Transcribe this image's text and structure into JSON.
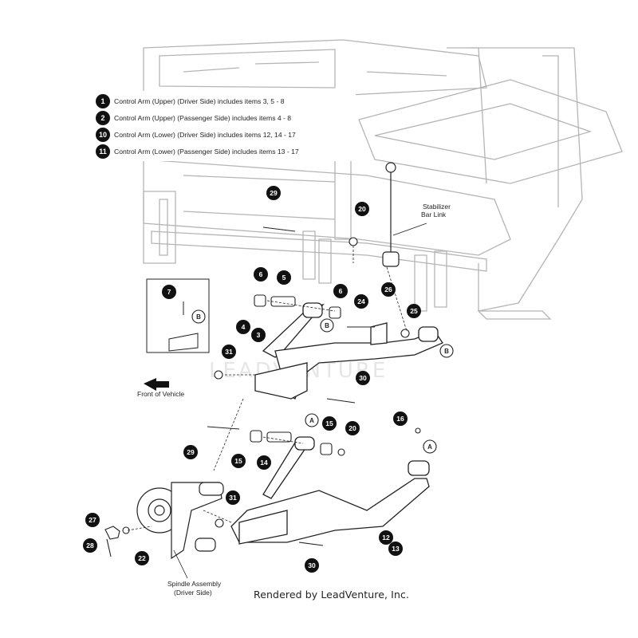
{
  "legend": [
    {
      "num": "1",
      "text": "Control Arm (Upper) (Driver Side) includes items 3, 5 - 8"
    },
    {
      "num": "2",
      "text": "Control Arm (Upper) (Passenger Side) includes items 4 - 8"
    },
    {
      "num": "10",
      "text": "Control Arm (Lower) (Driver Side) includes items 12, 14 - 17"
    },
    {
      "num": "11",
      "text": "Control Arm (Lower) (Passenger Side) includes items 13 - 17"
    }
  ],
  "callouts": [
    "29",
    "20",
    "6",
    "5",
    "6",
    "7",
    "24",
    "26",
    "25",
    "4",
    "3",
    "31",
    "30",
    "16",
    "15",
    "20",
    "29",
    "15",
    "14",
    "31",
    "27",
    "28",
    "22",
    "12",
    "13",
    "30"
  ],
  "letter_callouts": [
    "B",
    "B",
    "A",
    "A"
  ],
  "labels": {
    "stabilizer_line1": "Stabilizer",
    "stabilizer_line2": "Bar Link",
    "front_of_vehicle": "Front of Vehicle",
    "spindle_line1": "Spindle Assembly",
    "spindle_line2": "(Driver Side)"
  },
  "watermark": "LEADVENTURE",
  "footer": "Rendered by LeadVenture, Inc.",
  "colors": {
    "callout_fill": "#111111",
    "line": "#222222",
    "frame_line": "#b5b5b5"
  }
}
